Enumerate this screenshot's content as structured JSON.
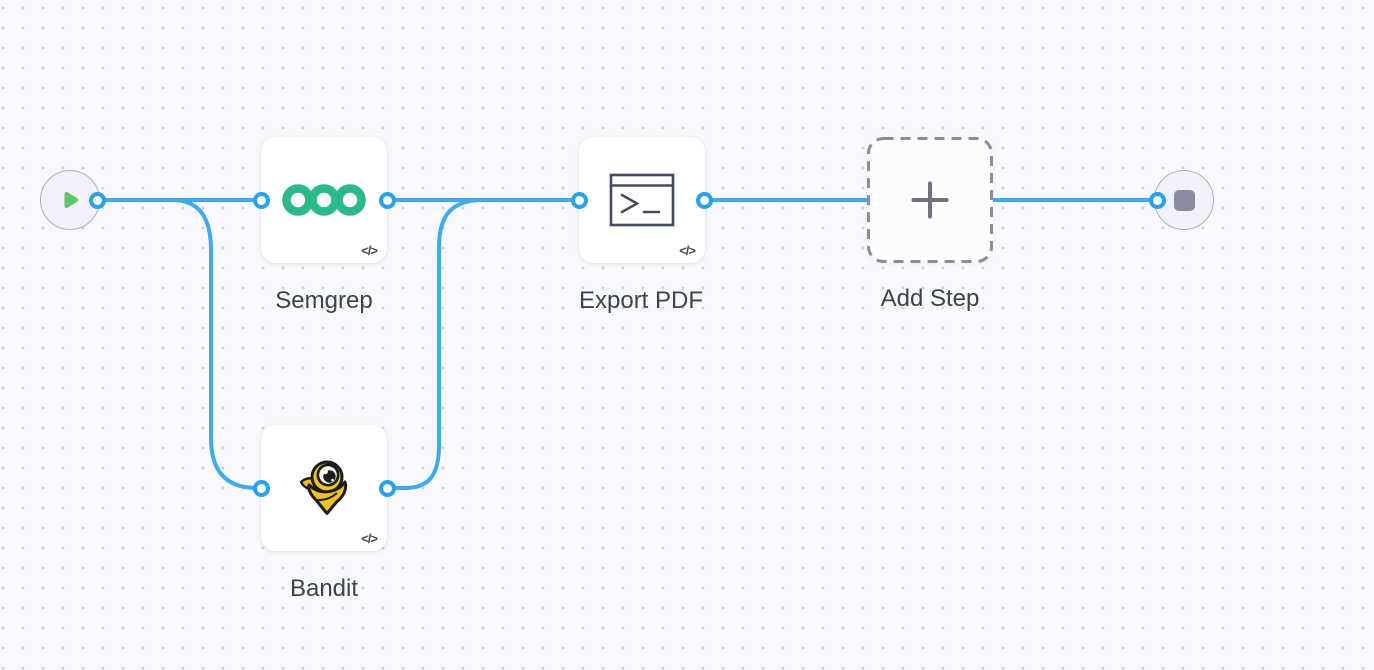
{
  "canvas": {
    "type": "workflow-builder-canvas",
    "grid": "dot-grid"
  },
  "colors": {
    "canvas_bg": "#f8f9fd",
    "dot": "#cdd0db",
    "edge_blue": "#3dabed",
    "port_blue": "#2aa2e9",
    "semgrep_green": "#2bb98a",
    "bandit_yellow": "#f2c21e",
    "play_green": "#61c36e",
    "stop_gray": "#8a8aa0",
    "label_text": "#3d4152",
    "dashed_border": "#8b8c9e"
  },
  "nodes": {
    "start": {
      "icon": "play-icon"
    },
    "semgrep": {
      "label": "Semgrep",
      "code_chip": "</>",
      "icon": "semgrep-logo"
    },
    "bandit": {
      "label": "Bandit",
      "code_chip": "</>",
      "icon": "bandit-logo"
    },
    "export_pdf": {
      "label": "Export PDF",
      "code_chip": "</>",
      "icon": "terminal-icon"
    },
    "add_step": {
      "label": "Add Step",
      "icon": "plus-icon"
    },
    "end": {
      "icon": "stop-icon"
    }
  },
  "edges": [
    {
      "from": "start",
      "to": "semgrep"
    },
    {
      "from": "start",
      "to": "bandit"
    },
    {
      "from": "semgrep",
      "to": "export_pdf"
    },
    {
      "from": "bandit",
      "to": "export_pdf"
    },
    {
      "from": "export_pdf",
      "to": "end"
    }
  ]
}
